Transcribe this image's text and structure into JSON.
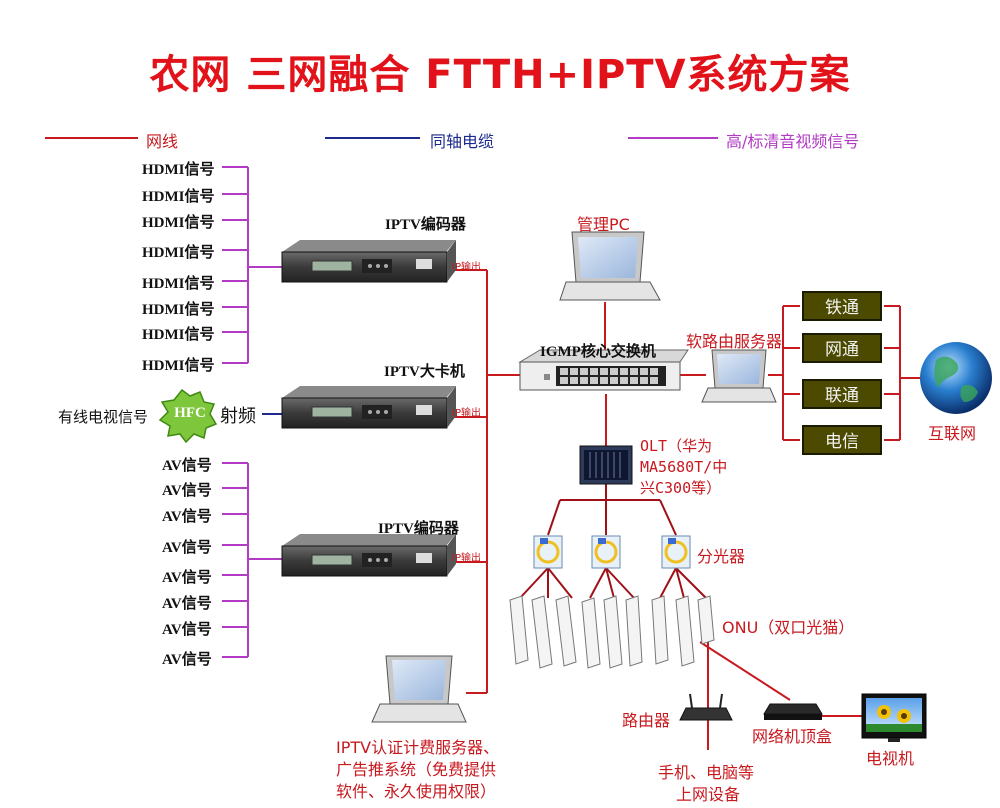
{
  "title": "农网  三网融合 FTTH+IPTV系统方案",
  "legend": [
    {
      "label": "网线",
      "color": "#c8191f"
    },
    {
      "label": "同轴电缆",
      "color": "#1b2a8c"
    },
    {
      "label": "高/标清音视频信号",
      "color": "#b23ac4"
    }
  ],
  "hdmi_inputs": [
    "HDMI信号",
    "HDMI信号",
    "HDMI信号",
    "HDMI信号",
    "HDMI信号",
    "HDMI信号",
    "HDMI信号",
    "HDMI信号"
  ],
  "av_inputs": [
    "AV信号",
    "AV信号",
    "AV信号",
    "AV信号",
    "AV信号",
    "AV信号",
    "AV信号",
    "AV信号"
  ],
  "devices": {
    "encoder_top": "IPTV编码器",
    "card_machine": "IPTV大卡机",
    "encoder_bottom": "IPTV编码器",
    "ip_out": "IP输出",
    "cable_tv": "有线电视信号",
    "hfc": "HFC",
    "rf": "射频",
    "manage_pc": "管理PC",
    "switch": "IGMP核心交换机",
    "soft_router": "软路由服务器",
    "olt_lines": [
      "OLT（华为",
      "MA5680T/中",
      "兴C300等）"
    ],
    "splitter": "分光器",
    "onu": "ONU（双口光猫）",
    "router": "路由器",
    "stb": "网络机顶盒",
    "tv": "电视机",
    "terminals_lines": [
      "手机、电脑等",
      "上网设备"
    ],
    "billing_lines": [
      "IPTV认证计费服务器、",
      "广告推系统（免费提供",
      "软件、永久使用权限）"
    ],
    "internet": "互联网"
  },
  "isps": [
    "铁通",
    "网通",
    "联通",
    "电信"
  ],
  "colors": {
    "title": "#e2121a",
    "network_cable": "#c8191f",
    "coax": "#1b2a8c",
    "av_signal": "#b23ac4",
    "isp_box": "#4b4a00"
  }
}
